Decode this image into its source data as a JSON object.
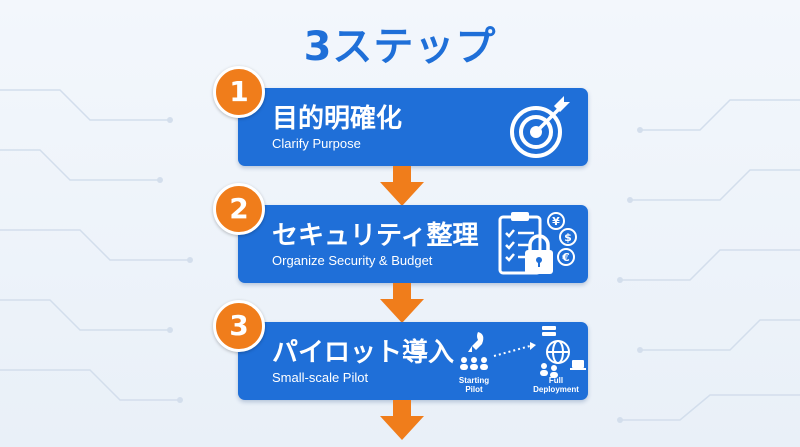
{
  "title": "3ステップ",
  "steps": [
    {
      "number": "1",
      "title": "目的明確化",
      "subtitle": "Clarify Purpose",
      "icon": "target-icon"
    },
    {
      "number": "2",
      "title": "セキュリティ整理",
      "subtitle": "Organize Security & Budget",
      "icon": "checklist-lock-icon"
    },
    {
      "number": "3",
      "title": "パイロット導入",
      "subtitle": "Small-scale Pilot",
      "icon": "pilot-deployment-icon",
      "labels": {
        "start_line1": "Starting",
        "start_line2": "Pilot",
        "full_line1": "Full",
        "full_line2": "Deployment"
      }
    }
  ],
  "currency_symbols": {
    "yen": "¥",
    "dollar": "$",
    "euro": "€"
  },
  "colors": {
    "primary": "#1f6fd8",
    "accent": "#f07d1b",
    "background": "#eef3f9"
  }
}
